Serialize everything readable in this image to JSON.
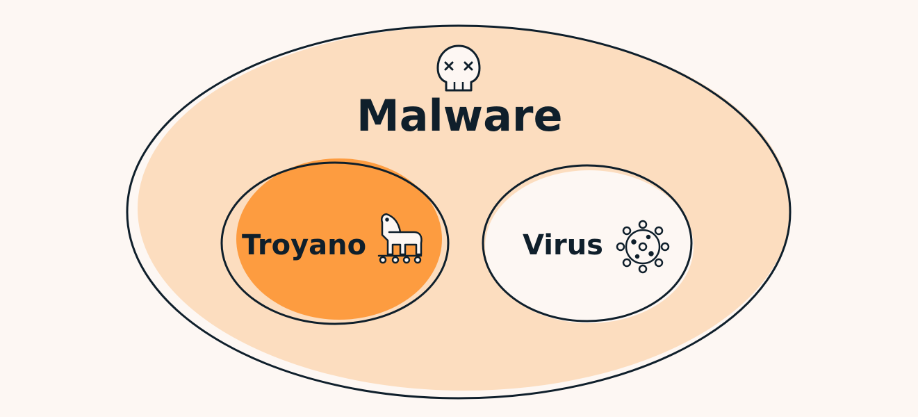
{
  "diagram": {
    "title": "Malware",
    "subsets": [
      {
        "label": "Troyano",
        "icon": "trojan-horse-icon"
      },
      {
        "label": "Virus",
        "icon": "virus-icon"
      }
    ],
    "title_icon": "skull-icon"
  },
  "colors": {
    "background": "#FDF7F3",
    "outer_fill": "#FCDDBF",
    "trojan_fill": "#FD9C40",
    "virus_fill": "#FDF7F3",
    "stroke": "#0F1F2B"
  }
}
